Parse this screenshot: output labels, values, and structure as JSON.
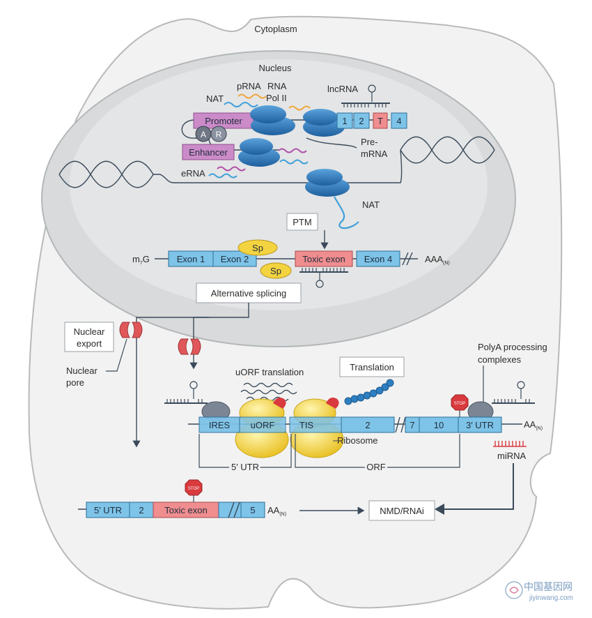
{
  "compartments": {
    "cytoplasm": "Cytoplasm",
    "nucleus": "Nucleus"
  },
  "transcription": {
    "nat": "NAT",
    "prna": "pRNA",
    "rna_pol": "RNA",
    "rna_pol2": "Pol II",
    "lncrna": "lncRNA",
    "promoter": "Promoter",
    "enhancer": "Enhancer",
    "activator": "A",
    "repressor": "R",
    "erna": "eRNA",
    "pre_mrna_1": "Pre-",
    "pre_mrna_2": "mRNA",
    "nat_bottom": "NAT",
    "gene_exons": [
      "1",
      "2",
      "T",
      "4"
    ]
  },
  "processing": {
    "ptm": "PTM",
    "cap": "m",
    "cap_sub": "7",
    "cap_g": "G",
    "exon1": "Exon 1",
    "exon2": "Exon 2",
    "toxic_exon": "Toxic exon",
    "exon4": "Exon 4",
    "polya": "AAA",
    "polya_sub": "(N)",
    "sp_top": "Sp",
    "sp_bottom": "Sp",
    "alternative_splicing": "Alternative splicing"
  },
  "export": {
    "nuclear_export_1": "Nuclear",
    "nuclear_export_2": "export",
    "nuclear_pore_1": "Nuclear",
    "nuclear_pore_2": "pore"
  },
  "translation": {
    "uorf_translation": "uORF translation",
    "translation": "Translation",
    "polya_complex_1": "PolyA processing",
    "polya_complex_2": "complexes",
    "segments": [
      "IRES",
      "uORF",
      "TIS",
      "2",
      "7",
      "10",
      "3′ UTR"
    ],
    "polya": "AA",
    "polya_sub": "(N)",
    "ribosome": "Ribosome",
    "utr5": "5′ UTR",
    "orf": "ORF",
    "mirna": "miRNA",
    "stop": "STOP"
  },
  "decay": {
    "segments": [
      "5′ UTR",
      "2",
      "Toxic exon",
      "5"
    ],
    "polya": "AA",
    "polya_sub": "(N)",
    "stop": "STOP",
    "nmd": "NMD/RNAi"
  },
  "watermark": {
    "cn": "中国基因网",
    "url": "jiyinwang.com"
  },
  "colors": {
    "exon_blue": "#7ec3e8",
    "toxic_pink": "#ef8d8f",
    "protein_blue": "#2e7fc1",
    "ribosome_yellow": "#f3d33f",
    "promoter_purple": "#cb8bc8"
  }
}
